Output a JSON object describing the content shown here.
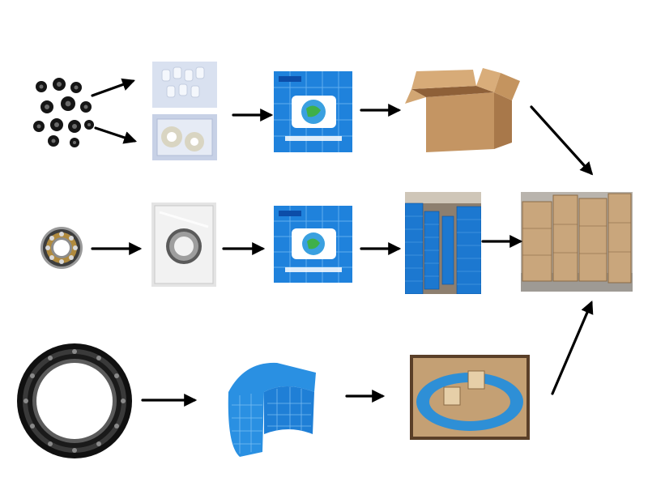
{
  "diagram": {
    "type": "packaging-flow",
    "text_labels": []
  },
  "rows": [
    {
      "row": "small-bearings",
      "steps": [
        "small-black-bearings",
        "plastic-tube-and-pouch",
        "printed-blue-box",
        "cardboard-carton"
      ]
    },
    {
      "row": "medium-bearing",
      "steps": [
        "open-steel-bearing",
        "sealed-plastic-bag",
        "printed-blue-box",
        "stacked-blue-boxes-warehouse"
      ]
    },
    {
      "row": "large-bearing",
      "steps": [
        "large-black-bearing",
        "blue-wrapping-strip",
        "wooden-crate-with-wrapped-ring"
      ]
    }
  ],
  "final_step": "wooden-crates-warehouse",
  "colors": {
    "arrow": "#000000",
    "package_blue": "#1b7fd8",
    "carton": "#c79a62",
    "crate_wood": "#c6a57a",
    "bearing_black": "#1a1a1a"
  }
}
